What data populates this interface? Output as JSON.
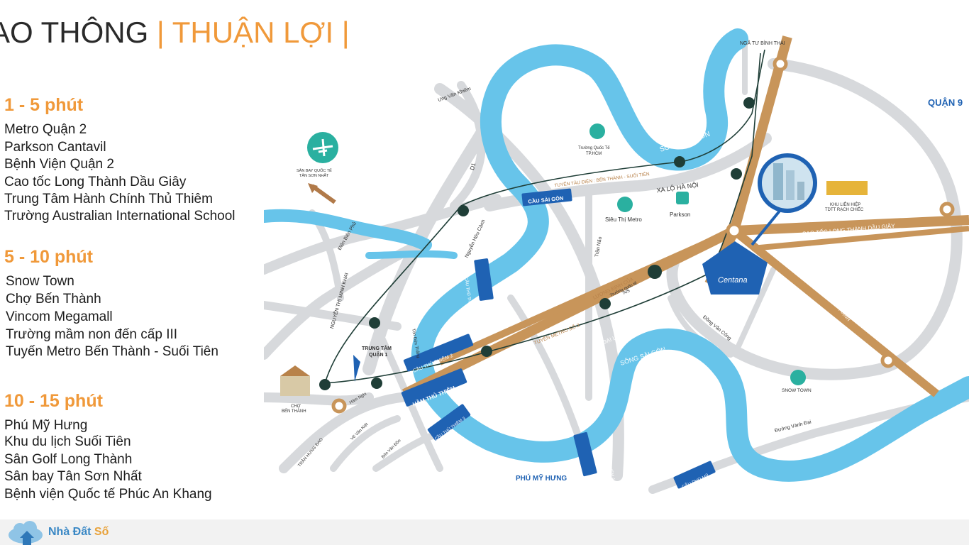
{
  "header": {
    "title_main": "AO THÔNG",
    "title_accent": "| THUẬN LỢI |"
  },
  "groups": [
    {
      "title": "1 - 5 phút",
      "items": [
        "Metro Quận 2",
        "Parkson Cantavil",
        "Bệnh Viện Quận 2",
        "Cao tốc Long Thành Dầu Giây",
        "Trung Tâm Hành Chính Thủ Thiêm",
        "Trường Australian International School"
      ]
    },
    {
      "title": "5 - 10 phút",
      "items": [
        "Snow Town",
        "Chợ Bến Thành",
        "Vincom Megamall",
        "Trường mầm non đến cấp III",
        "Tuyến Metro Bến Thành - Suối Tiên"
      ]
    },
    {
      "title": "10 - 15 phút",
      "items": [
        "Phú Mỹ Hưng",
        "Khu du lịch Suối Tiên",
        "Sân Golf Long Thành",
        "Sân bay Tân Sơn Nhất",
        "Bệnh viện Quốc tế Phúc An Khang"
      ]
    }
  ],
  "map": {
    "labels": {
      "nga_tu": "NGÃ TƯ BÌNH THÁI",
      "quan9": "QUẬN 9",
      "song_sai_gon_top": "SÔNG SÀI GÒN",
      "song_sai_gon_bottom": "SÔNG SÀI GÒN",
      "truong_quoc_te_1": "Trường Quốc Tế",
      "truong_quoc_te_2": "TP.HCM",
      "tuyen_tau_dien": "TUYẾN TÀU ĐIỆN : BẾN THÀNH - SUỐI TIÊN",
      "xa_lo_ha_noi": "XA LỘ HÀ NỘI",
      "cau_sai_gon": "CẦU SÀI GÒN",
      "san_bay_1": "SÂN BAY QUỐC TẾ",
      "san_bay_2": "TÂN SƠN NHẤT",
      "ung_van_khiem": "Ung Văn Khiêm",
      "d1": "D1",
      "dien_bien_phu": "Điện Biên Phủ",
      "nguyen_huu_canh": "Nguyễn Hữu Cảnh",
      "sieu_thi_metro": "Siêu Thị Metro",
      "parkson": "Parkson",
      "khu_lien_hiep_1": "KHU LIÊN HIỆP",
      "khu_lien_hiep_2": "TDTT RẠCH CHIẾC",
      "cao_toc": "CAO TỐC LONG THÀNH DẦU GIÂY",
      "song_hanh": "SONG HÀNH CAO TỐC",
      "tran_nao": "Trần Não",
      "luong_dinh_cua": "LƯƠNG ĐỊNH CỦA",
      "truong_ais_1": "Trường quốc tế",
      "truong_ais_2": "AIS",
      "centana": "Centana",
      "nguyen_thi_minh_khai": "NGUYỄN THỊ MINH KHAI",
      "cau_thu_thiem": "CẦU THỦ THIÊM",
      "tuyen_metro_so_2": "TUYẾN METRO SỐ 2",
      "dai_lo": "ĐẠI LỘ MAI CHÍ THỌ",
      "nguyen_thi_dinh": "NGUYỄN THỊ ĐỊNH",
      "dong_van_cong": "Đồng Văn Cống",
      "trung_tam_1": "TRUNG TÂM",
      "trung_tam_2": "QUẬN 1",
      "ton_duc_thang": "Tôn Đức Thắng",
      "cau_thu_thiem_2": "CẦU THỦ THIÊM 2",
      "ham_thu_thiem": "HẦM THỦ THIÊM",
      "snow_town": "SNOW TOWN",
      "cho_1": "CHỢ",
      "cho_2": "BẾN THÀNH",
      "ham_nghi": "Hàm Nghi",
      "vo_van_kiet": "Võ Văn Kiệt",
      "ben_van_don": "Bến Vân Đồn",
      "tran_hung_dao": "TRẦN HƯNG ĐẠO",
      "cau_thu_thiem_3": "CẦU THỦ THIÊM 3",
      "cau_thu_thiem_4": "CẦU THỦ THIÊM 4",
      "duong_vanh_dai": "Đường Vành Đai",
      "cau_phu_my": "CẦU PHÚ MỸ",
      "phu_my_hung": "PHÚ MỸ HƯNG"
    }
  },
  "footer": {
    "logo_main": "Nhà Đất",
    "logo_accent": "Số"
  }
}
